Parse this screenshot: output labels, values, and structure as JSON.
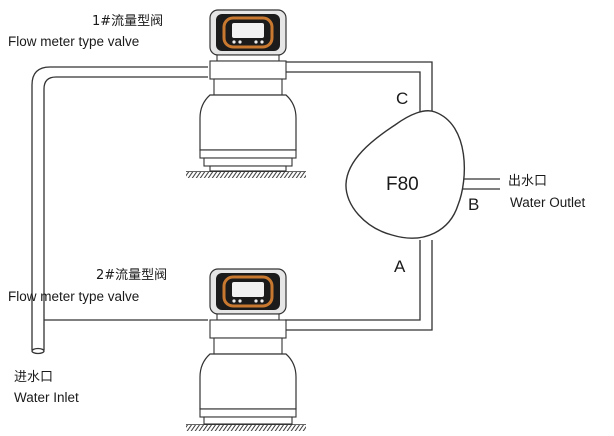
{
  "valve_top": {
    "name_cn": "1#流量型阀",
    "name_en": "Flow meter type valve"
  },
  "valve_bottom": {
    "name_cn": "2#流量型阀",
    "name_en": "Flow meter type valve"
  },
  "vessel": {
    "label": "F80"
  },
  "ports": {
    "a": "A",
    "b": "B",
    "c": "C"
  },
  "outlet": {
    "label_cn": "出水口",
    "label_en": "Water Outlet"
  },
  "inlet": {
    "label_cn": "进水口",
    "label_en": "Water Inlet"
  },
  "colors": {
    "line": "#333333",
    "knob": "#c9792f",
    "valve_head": "#e6e6e6",
    "accent_dark": "#1b1b1b"
  },
  "icons": [
    "flow-meter-valve-icon",
    "ground-hatch-icon",
    "f80-vessel-shape"
  ]
}
